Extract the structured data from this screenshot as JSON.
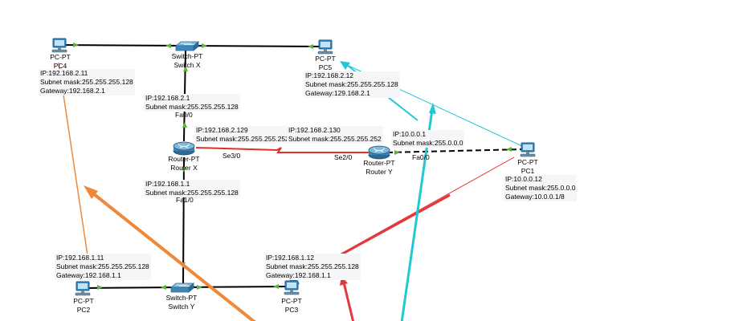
{
  "devices": {
    "pc4": {
      "type": "PC-PT",
      "name": "PC4"
    },
    "pc5": {
      "type": "PC-PT",
      "name": "PC5"
    },
    "pc1": {
      "type": "PC-PT",
      "name": "PC1"
    },
    "pc2": {
      "type": "PC-PT",
      "name": "PC2"
    },
    "pc3": {
      "type": "PC-PT",
      "name": "PC3"
    },
    "switch_x": {
      "type": "Switch-PT",
      "name": "Switch X"
    },
    "switch_y": {
      "type": "Switch-PT",
      "name": "Switch Y"
    },
    "router_x": {
      "type": "Router-PT",
      "name": "Router X"
    },
    "router_y": {
      "type": "Router-PT",
      "name": "Router Y"
    }
  },
  "info": {
    "pc4": [
      "IP:192.168.2.11",
      "Subnet mask:255.255.255.128",
      "Gateway:192.168.2.1"
    ],
    "pc5": [
      "IP:192.168.2.12",
      "Subnet mask:255.255.255.128",
      "Gateway:129.168.2.1"
    ],
    "pc1": [
      "IP:10.0.0.12",
      "Subnet mask:255.0.0.0",
      "Gateway:10.0.0.1/8"
    ],
    "pc2": [
      "IP:192.168.1.11",
      "Subnet mask:255.255.255.128",
      "Gateway:192.168.1.1"
    ],
    "pc3": [
      "IP:192.168.1.12",
      "Subnet mask:255.255.255.128",
      "Gateway:192.168.1.1"
    ],
    "rx_fa0": [
      "IP:192.168.2.1",
      "Subnet mask:255.255.255.128"
    ],
    "rx_fa1": [
      "IP:192.168.1.1",
      "Subnet mask:255.255.255.128"
    ],
    "rx_se": [
      "IP:192.168.2.129",
      "Subnet mask:255.255.255.252"
    ],
    "ry_se": [
      "IP:192.168.2.130",
      "Subnet mask:255.255.255.252"
    ],
    "ry_fa0": [
      "IP:10.0.0.1",
      "Subnet mask:255.0.0.0"
    ]
  },
  "ports": {
    "rx_fa0": "Fa0/0",
    "rx_fa1": "Fa1/0",
    "rx_se": "Se3/0",
    "ry_se": "Se2/0",
    "ry_fa0": "Fa0/0"
  },
  "colors": {
    "link": "#000000",
    "serial_link": "#e0302a",
    "port_indicator": "#5cb23a",
    "annotation_orange": "#f0883a",
    "annotation_red": "#e5383b",
    "annotation_cyan": "#22c7d4",
    "device_blue": "#2f7fb0"
  }
}
